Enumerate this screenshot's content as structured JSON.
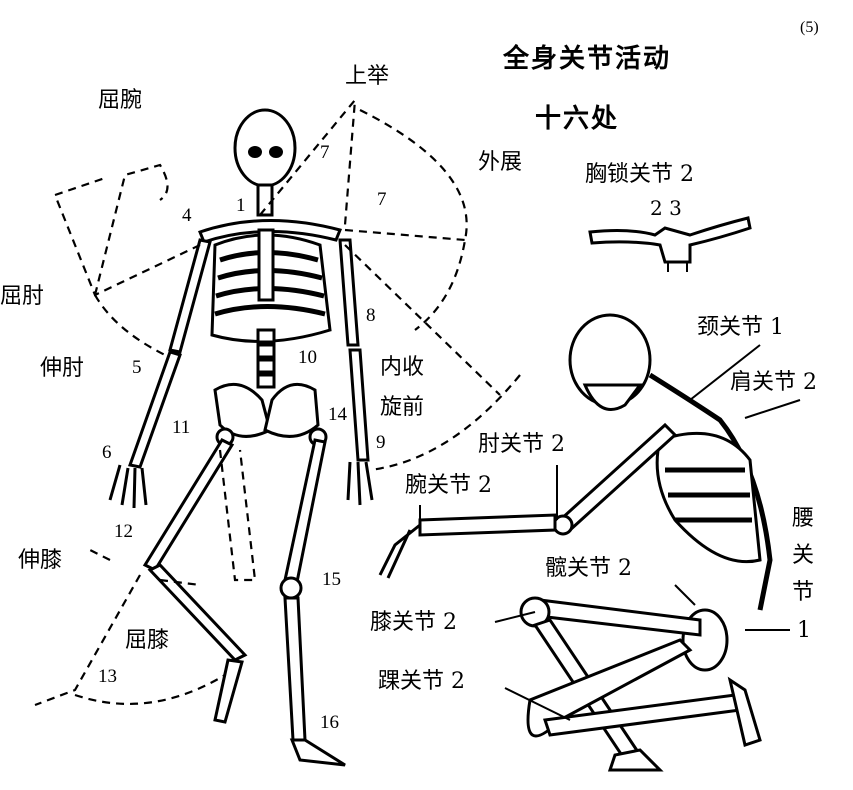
{
  "page_number": "(5)",
  "title": "全身关节活动",
  "subtitle": "十六处",
  "motions": {
    "raise": "上举",
    "wrist_flex": "屈腕",
    "abduct": "外展",
    "elbow_flex": "屈肘",
    "elbow_extend": "伸肘",
    "adduct": "内收",
    "pronate": "旋前",
    "knee_extend": "伸膝",
    "knee_flex": "屈膝"
  },
  "joints": {
    "sternoclavicular": "胸锁关节 2",
    "sternoclavicular_nums": "2 3",
    "neck": "颈关节 1",
    "shoulder": "肩关节 2",
    "elbow": "肘关节 2",
    "wrist": "腕关节 2",
    "waist_1": "腰",
    "waist_2": "关",
    "waist_3": "节",
    "waist_4": "1",
    "hip": "髋关节 2",
    "knee": "膝关节 2",
    "ankle": "踝关节 2"
  },
  "numbers": [
    "1",
    "4",
    "7",
    "7",
    "8",
    "5",
    "10",
    "11",
    "14",
    "9",
    "6",
    "12",
    "13",
    "15",
    "16"
  ]
}
